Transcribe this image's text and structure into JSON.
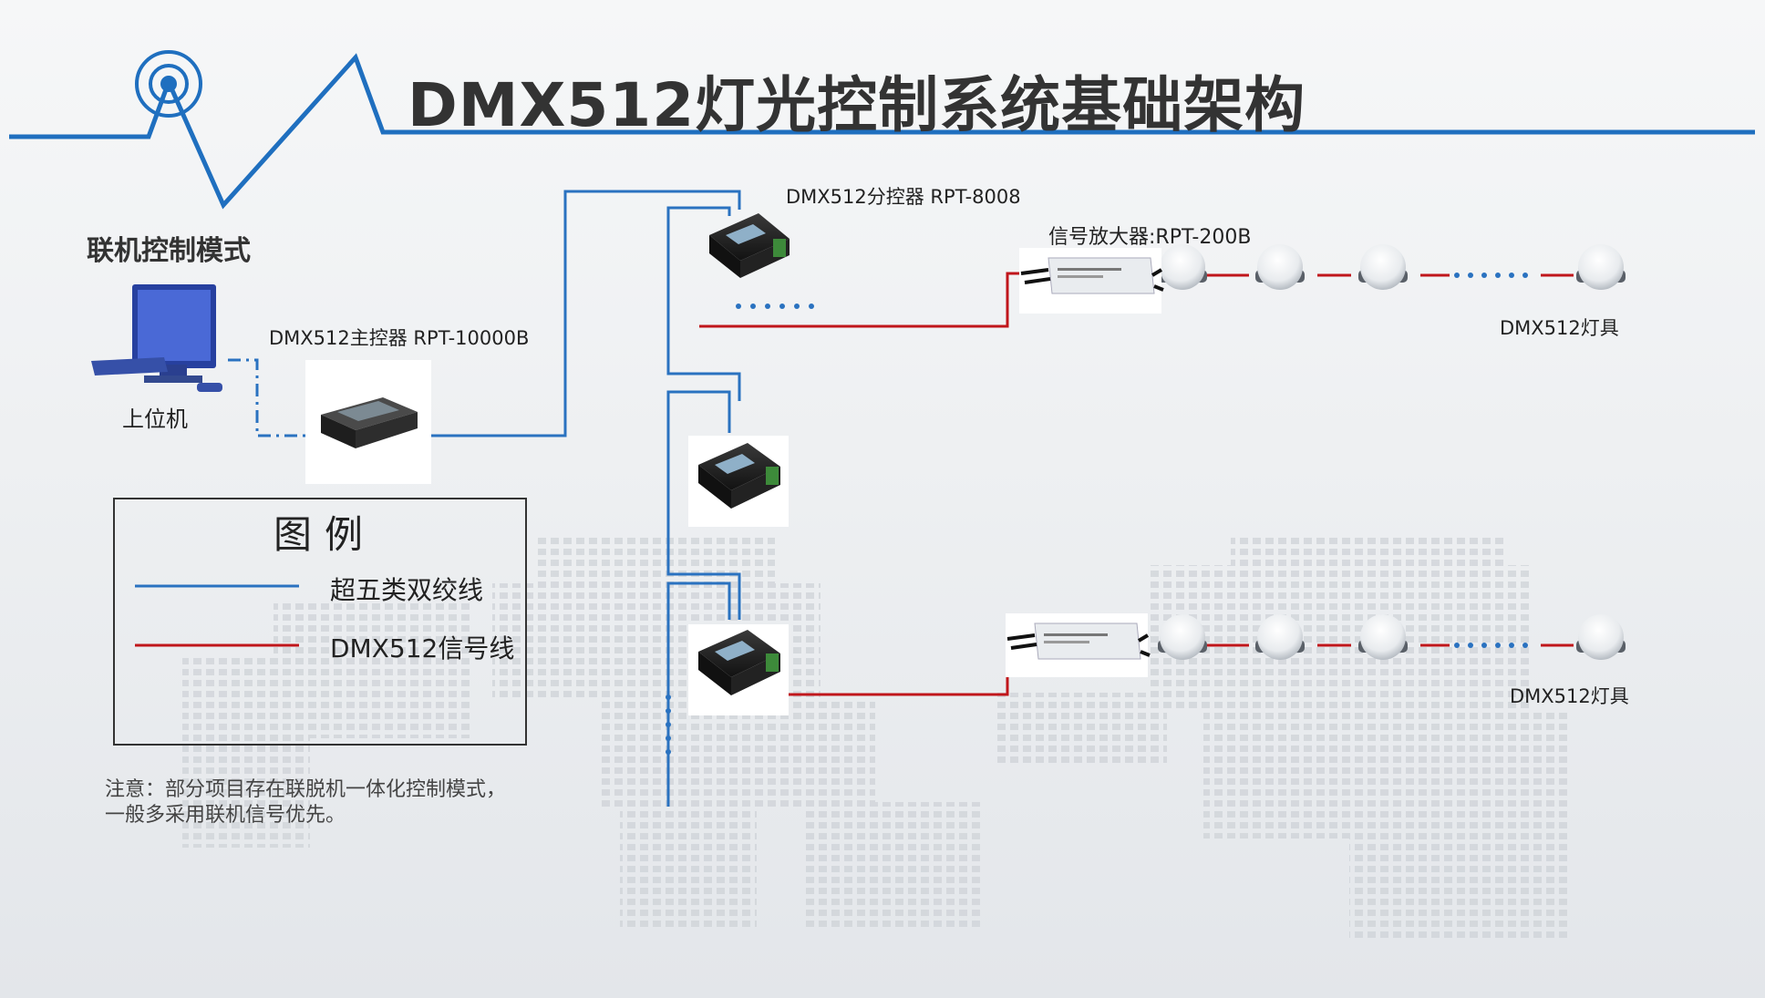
{
  "title": "DMX512灯光控制系统基础架构",
  "mode_label": "联机控制模式",
  "pc_label": "上位机",
  "main_controller_label": "DMX512主控器 RPT-10000B",
  "splitter_label": "DMX512分控器 RPT-8008",
  "amplifier_label": "信号放大器:RPT-200B",
  "fixture_label_1": "DMX512灯具",
  "fixture_label_2": "DMX512灯具",
  "legend": {
    "title": "图例",
    "blue_line_label": "超五类双绞线",
    "red_line_label": "DMX512信号线"
  },
  "note": {
    "line1": "注意：部分项目存在联脱机一体化控制模式，",
    "line2": "一般多采用联机信号优先。"
  },
  "colors": {
    "cat5_blue": "#2a72c0",
    "dmx_red": "#c0161b",
    "title_text": "#333333",
    "accent_blue": "#1f6fbf"
  },
  "icons": [
    "signal-wave-icon",
    "computer-icon",
    "controller-device-icon",
    "splitter-device-icon",
    "amplifier-device-icon",
    "led-fixture-icon"
  ]
}
